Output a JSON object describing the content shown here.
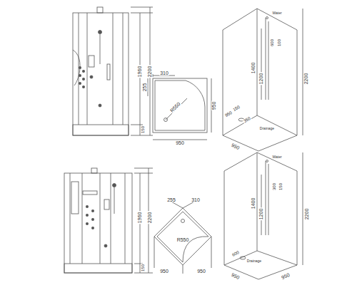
{
  "diagram": {
    "labels": [
      "1960",
      "2200",
      "150",
      "310",
      "255",
      "R550",
      "950",
      "950",
      "Water",
      "600",
      "100",
      "1400",
      "1200",
      "2200",
      "950",
      "150",
      "350",
      "950",
      "Drainage",
      "1960",
      "2200",
      "150",
      "255",
      "310",
      "R550",
      "950",
      "950",
      "Water",
      "300",
      "150",
      "1400",
      "1200",
      "2200",
      "950",
      "950",
      "600",
      "Drainage"
    ]
  }
}
